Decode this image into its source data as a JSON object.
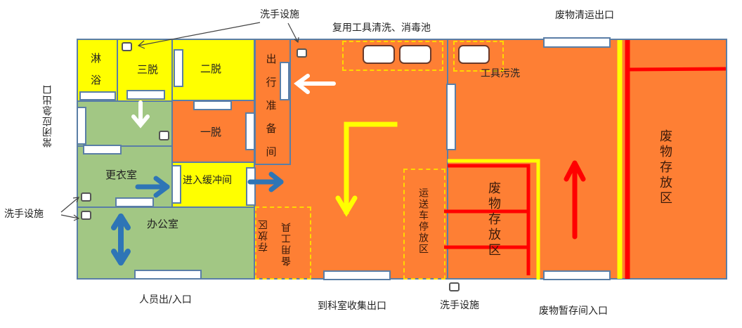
{
  "colors": {
    "clean_zone": "#a2c784",
    "buffer_zone": "#ffff00",
    "contaminated_zone": "#fe7f34",
    "wall": "#5a7ea6",
    "staff_flow_arrow": "#2e75b6",
    "clean_tool_flow_arrow": "#ffff00",
    "waste_flow_arrow": "#ff0000",
    "return_flow_arrow": "#ffffff"
  },
  "rooms": {
    "shower": "淋浴",
    "shower_chars": [
      "淋",
      "浴"
    ],
    "third_doffing": "三脱",
    "second_doffing": "二脱",
    "first_doffing": "一脱",
    "changing_room": "更衣室",
    "entry_buffer": "进入缓冲间",
    "office": "办公室",
    "exit_prep_room": "出行准备间",
    "exit_prep_chars": [
      "出",
      "行",
      "准",
      "备",
      "间"
    ],
    "spare_tool_storage_line1": "备用工具",
    "spare_tool_storage_line2": "存放区",
    "cart_parking": "运送车停放区",
    "waste_storage_inner": "废物存放区",
    "waste_storage_outer": "废物存放区",
    "tool_dirty_wash": "工具污洗"
  },
  "external_labels": {
    "handwash_top": "洗手设施",
    "reusable_tool_pool": "复用工具清洗、消毒池",
    "waste_removal_exit": "废物清运出口",
    "emergency_exit": "常闭应急出口",
    "handwash_left": "洗手设施",
    "staff_entrance": "人员出/入口",
    "ward_collection_exit": "到科室收集出口",
    "handwash_bottom": "洗手设施",
    "waste_storage_entrance": "废物暂存间入口"
  }
}
